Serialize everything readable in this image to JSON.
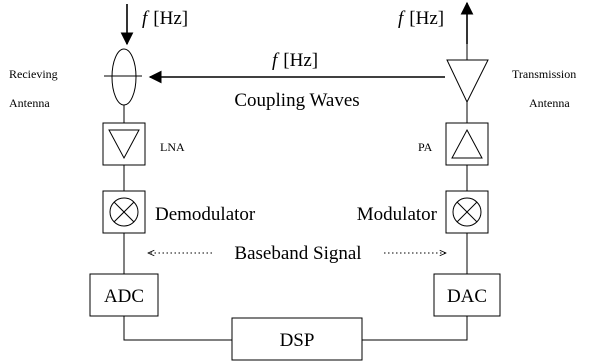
{
  "freq_label_unit": "[Hz]",
  "freq_symbol": "f",
  "antennas": {
    "rx_line1": "Recieving",
    "rx_line2": "Antenna",
    "tx_line1": "Transmission",
    "tx_line2": "Antenna"
  },
  "coupling": {
    "label": "Coupling Waves"
  },
  "blocks": {
    "lna": "LNA",
    "pa": "PA",
    "demodulator": "Demodulator",
    "modulator": "Modulator",
    "adc": "ADC",
    "dac": "DAC",
    "dsp": "DSP"
  },
  "baseband": {
    "label": "Baseband Signal"
  },
  "colors": {
    "line": "#000000",
    "background": "#ffffff"
  }
}
